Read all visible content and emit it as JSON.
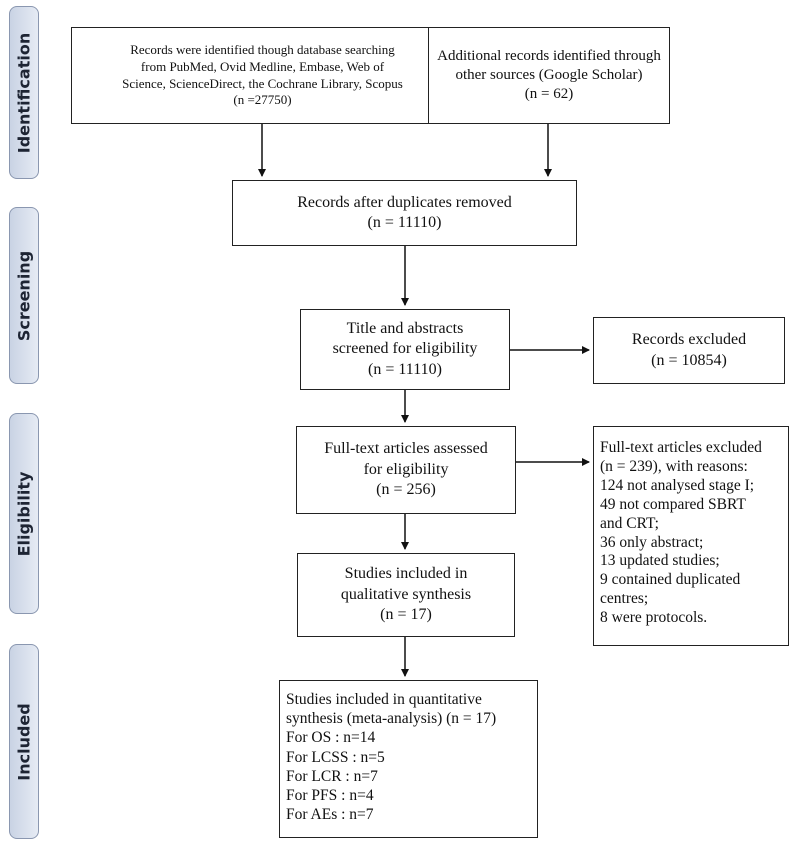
{
  "phases": {
    "identification": "Identification",
    "screening": "Screening",
    "eligibility": "Eligibility",
    "included": "Included"
  },
  "boxes": {
    "database_records": {
      "lines": [
        "Records were identified though database searching",
        "from PubMed, Ovid Medline, Embase, Web of",
        "Science, ScienceDirect, the Cochrane Library, Scopus",
        "(n =27750)"
      ]
    },
    "additional_records": {
      "lines": [
        "Additional records identified through",
        "other sources (Google Scholar)",
        "(n = 62)"
      ]
    },
    "after_duplicates": {
      "lines": [
        "Records after duplicates removed",
        "(n = 11110)"
      ]
    },
    "title_abstract": {
      "lines": [
        "Title and abstracts",
        "screened for eligibility",
        "(n = 11110)"
      ]
    },
    "records_excluded": {
      "lines": [
        "Records excluded",
        "(n = 10854)"
      ]
    },
    "fulltext_assessed": {
      "lines": [
        "Full-text articles assessed",
        "for eligibility",
        "(n = 256)"
      ]
    },
    "fulltext_excluded": {
      "lines": [
        "Full-text articles excluded",
        "(n = 239), with reasons:",
        "124 not analysed stage I;",
        "49 not compared SBRT",
        "and CRT;",
        "36 only abstract;",
        "13 updated studies;",
        "9 contained duplicated",
        "centres;",
        "8 were protocols."
      ]
    },
    "qualitative": {
      "lines": [
        "Studies included in",
        "qualitative synthesis",
        "(n = 17)"
      ]
    },
    "quantitative": {
      "lines": [
        "Studies included in quantitative",
        "synthesis (meta-analysis) (n = 17)",
        "For OS : n=14",
        "For LCSS : n=5",
        "For LCR : n=7",
        "For PFS : n=4",
        "For AEs : n=7"
      ]
    }
  }
}
